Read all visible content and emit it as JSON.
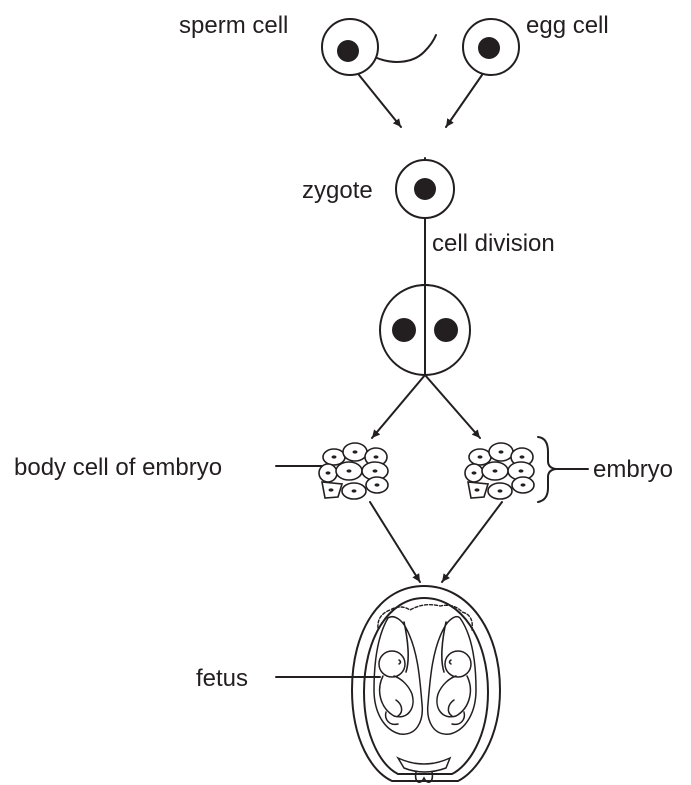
{
  "labels": {
    "sperm": "sperm cell",
    "egg": "egg cell",
    "zygote": "zygote",
    "division": "cell division",
    "body_cell": "body cell of embryo",
    "embryo": "embryo",
    "fetus": "fetus"
  },
  "colors": {
    "stroke": "#231f20",
    "background": "#ffffff"
  }
}
